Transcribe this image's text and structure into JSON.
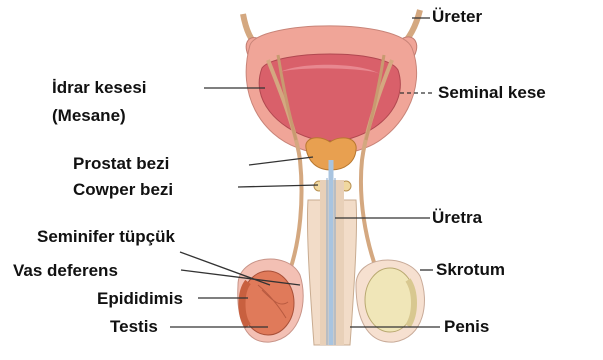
{
  "labels": {
    "ureter": "Üreter",
    "idrar_kesesi": "İdrar kesesi",
    "mesane": "(Mesane)",
    "seminal_kese": "Seminal kese",
    "prostat_bezi": "Prostat bezi",
    "cowper_bezi": "Cowper bezi",
    "uretra": "Üretra",
    "seminifer_tupcuk": "Seminifer tüpçük",
    "vas_deferens": "Vas deferens",
    "skrotum": "Skrotum",
    "epididimis": "Epididimis",
    "testis": "Testis",
    "penis": "Penis"
  },
  "colors": {
    "bladder_outer": "#f0a598",
    "bladder_inner": "#d9606a",
    "tissue_pink": "#f3c0b4",
    "penis_skin": "#f2dcc8",
    "urethra_blue": "#a8c4e0",
    "prostate": "#e8a050",
    "testis_left": "#e07a5a",
    "testis_right": "#f0e6b8",
    "duct": "#d4a880",
    "leader_line": "#333333"
  }
}
